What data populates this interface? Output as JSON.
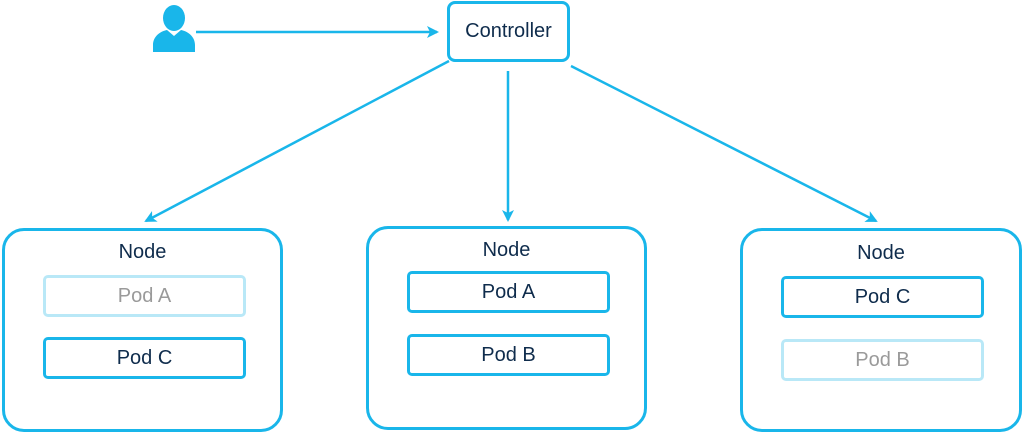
{
  "colors": {
    "accent": "#19b6ea",
    "accent_faded": "#b9e8f7",
    "text": "#0f2c4c",
    "text_faded": "#9a9a9a"
  },
  "user": {
    "icon": "user-icon"
  },
  "controller": {
    "label": "Controller"
  },
  "nodes": [
    {
      "title": "Node",
      "pods": [
        {
          "label": "Pod A",
          "state": "faded"
        },
        {
          "label": "Pod C",
          "state": "active"
        }
      ]
    },
    {
      "title": "Node",
      "pods": [
        {
          "label": "Pod A",
          "state": "active"
        },
        {
          "label": "Pod B",
          "state": "active"
        }
      ]
    },
    {
      "title": "Node",
      "pods": [
        {
          "label": "Pod C",
          "state": "active"
        },
        {
          "label": "Pod B",
          "state": "faded"
        }
      ]
    }
  ]
}
